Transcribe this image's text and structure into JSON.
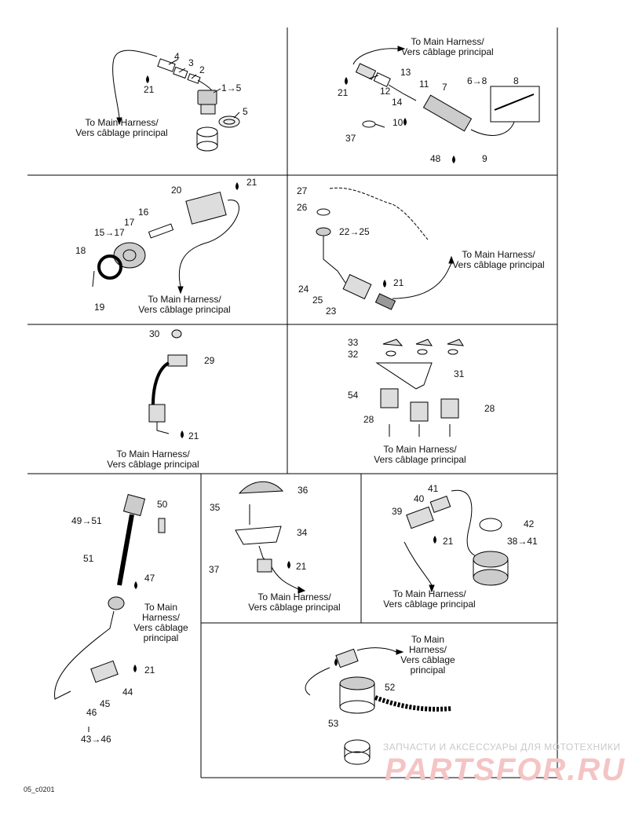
{
  "harness_text": [
    "To Main Harness/",
    "Vers câblage principal"
  ],
  "harness_text_3line": [
    "To Main",
    "Harness/",
    "Vers câblage",
    "principal"
  ],
  "harness_text_4line": [
    "To Main",
    "Harness/",
    "Vers câblage",
    "principal"
  ],
  "labels": {
    "p1": {
      "a": "4",
      "b": "3",
      "c": "2",
      "d": "1→5",
      "e": "5",
      "f": "21"
    },
    "p2": {
      "a": "13",
      "b": "11",
      "c": "7",
      "d": "6→8",
      "e": "8",
      "f": "12",
      "g": "14",
      "h": "21",
      "i": "10",
      "j": "37",
      "k": "48",
      "l": "9"
    },
    "p3": {
      "a": "20",
      "b": "21",
      "c": "16",
      "d": "17",
      "e": "15→17",
      "f": "18",
      "g": "19"
    },
    "p4": {
      "a": "27",
      "b": "26",
      "c": "22→25",
      "d": "21",
      "e": "24",
      "f": "25",
      "g": "23"
    },
    "p5": {
      "a": "30",
      "b": "29",
      "c": "21"
    },
    "p6": {
      "a": "33",
      "b": "32",
      "c": "31",
      "d": "54",
      "e": "28",
      "f": "28"
    },
    "p7": {
      "a": "49→51",
      "b": "50",
      "c": "51",
      "d": "47",
      "e": "21",
      "f": "44",
      "g": "45",
      "h": "46",
      "i": "43→46"
    },
    "p8": {
      "a": "36",
      "b": "35",
      "c": "34",
      "d": "37",
      "e": "21"
    },
    "p9": {
      "a": "41",
      "b": "40",
      "c": "39",
      "d": "21",
      "e": "42",
      "f": "38→41"
    },
    "p10": {
      "a": "52",
      "b": "53"
    }
  },
  "watermark_line1": "ЗАПЧАСТИ И АКСЕССУАРЫ ДЛЯ МОТОТЕХНИКИ",
  "watermark_line2": "PARTSFOR.RU",
  "code": "05_c0201",
  "icon_names": [
    "drop-icon",
    "arrow-icon"
  ]
}
